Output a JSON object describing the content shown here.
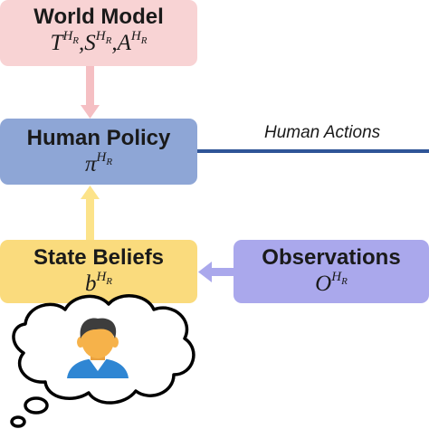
{
  "nodes": {
    "world_model": {
      "title": "World Model",
      "math": [
        "T",
        "S",
        "A"
      ]
    },
    "human_policy": {
      "title": "Human Policy",
      "math": "π"
    },
    "state_beliefs": {
      "title": "State Beliefs",
      "math": "b"
    },
    "observations": {
      "title": "Observations",
      "math": "O"
    }
  },
  "superscript": {
    "main": "H",
    "sub": "R"
  },
  "edge_label": "Human Actions",
  "edges": [
    {
      "from": "world_model",
      "to": "human_policy"
    },
    {
      "from": "state_beliefs",
      "to": "human_policy"
    },
    {
      "from": "observations",
      "to": "state_beliefs"
    },
    {
      "from": "human_policy",
      "to": "output",
      "label": "Human Actions"
    }
  ],
  "colors": {
    "world_model": "#f8d3d4",
    "human_policy": "#8ea6d6",
    "state_beliefs": "#fadb7d",
    "observations": "#aaa8ec",
    "arrow_pink": "#f5bfc3",
    "arrow_yellow": "#fce38a",
    "arrow_purple": "#aaa8ec",
    "action_line": "#2f5597",
    "face": "#f6b24a",
    "hair": "#3d3d3d",
    "shirt": "#2f86d3"
  },
  "icons": [
    "thought-cloud-icon",
    "person-avatar-icon"
  ]
}
